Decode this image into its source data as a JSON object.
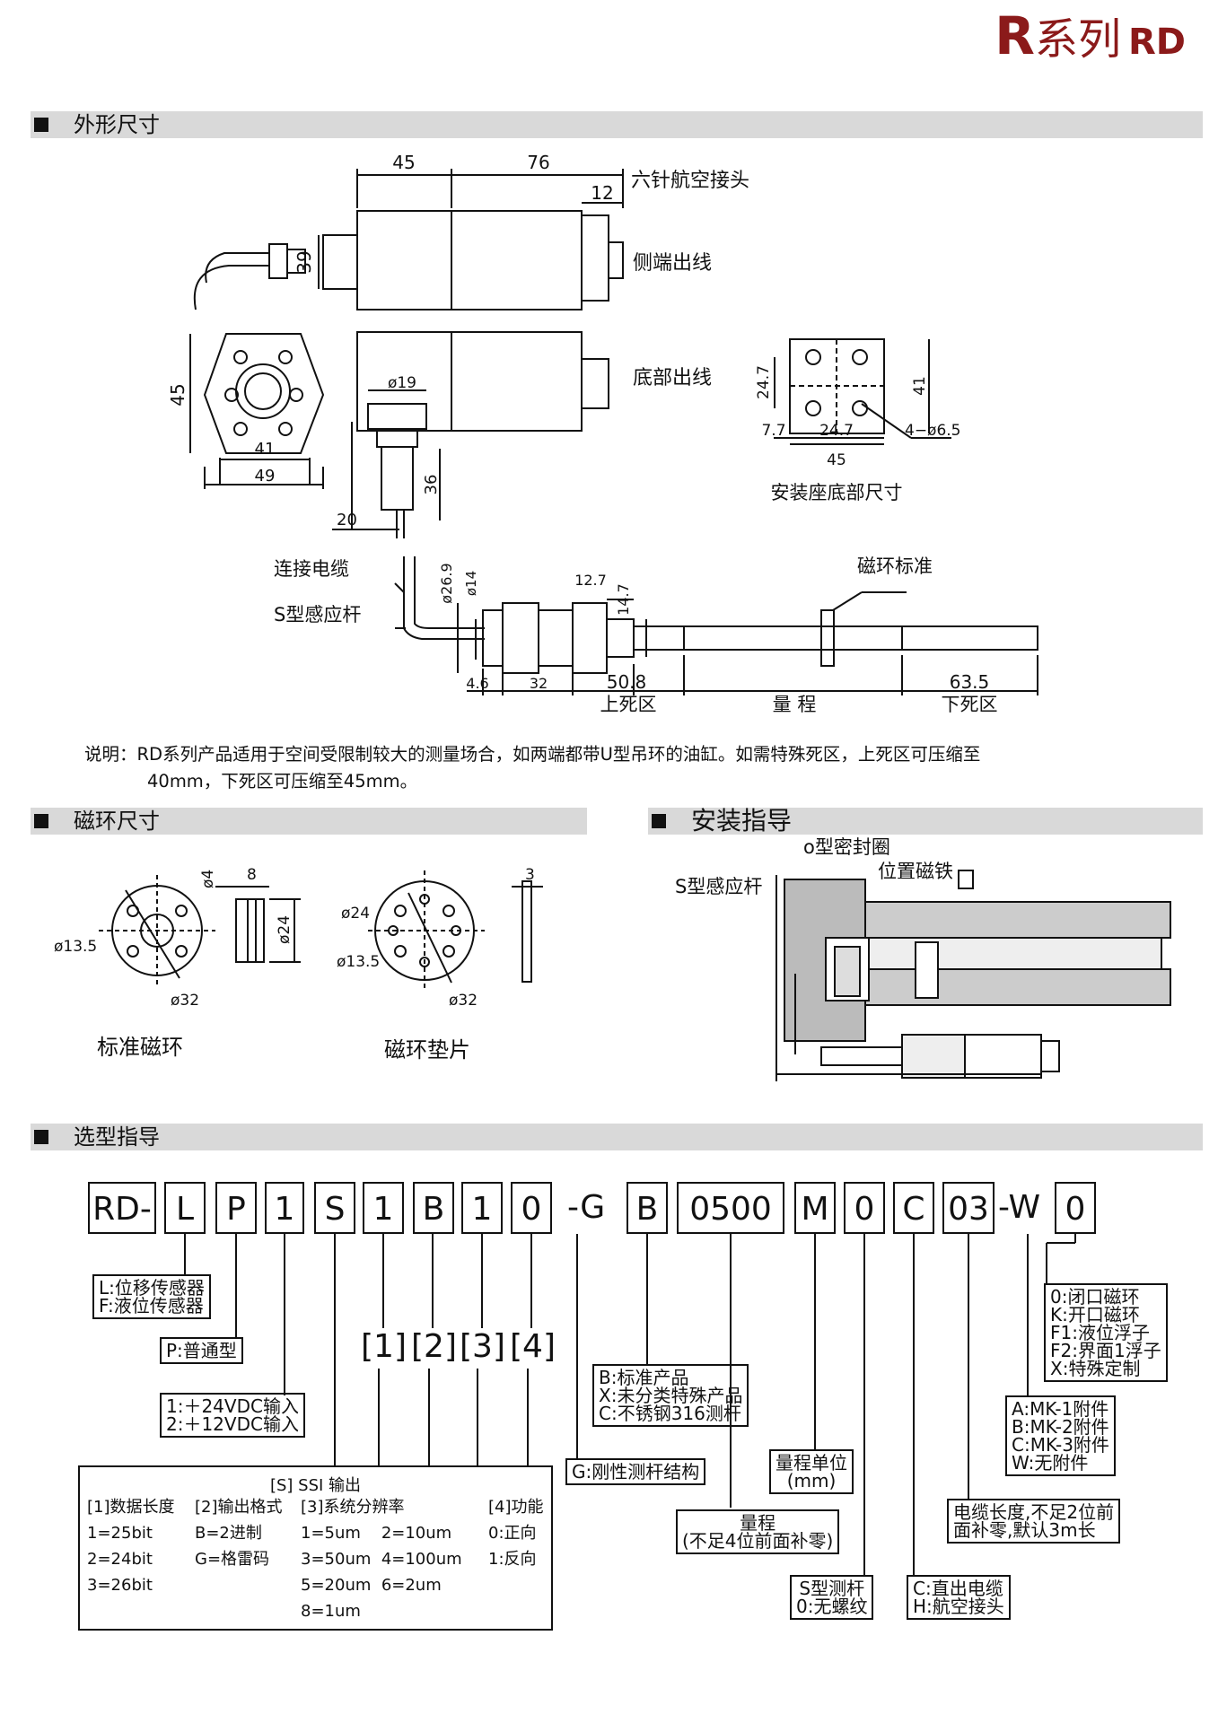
{
  "header": {
    "brand_r": "R",
    "brand_series": "系列",
    "brand_model": "RD"
  },
  "sections": {
    "dims": "外形尺寸",
    "ring": "磁环尺寸",
    "install": "安装指导",
    "select": "选型指导"
  },
  "dimension_labels": {
    "d45": "45",
    "d76": "76",
    "d12": "12",
    "d39": "39",
    "six_pin": "六针航空接头",
    "side_out": "侧端出线",
    "bottom_out": "底部出线",
    "h45": "45",
    "w41": "41",
    "w49": "49",
    "d19": "ø19",
    "d36": "36",
    "d20": "20",
    "m247a": "24.7",
    "m41": "41",
    "m77": "7.7",
    "m247b": "24.7",
    "m45": "45",
    "m4d65": "4−ø6.5",
    "mount_caption": "安装座底部尺寸",
    "cable": "连接电缆",
    "rod": "S型感应杆",
    "ring_mark": "磁环标准",
    "r269": "ø26.9",
    "r14": "ø14",
    "r127": "12.7",
    "r147": "14.7",
    "r46": "4.6",
    "r32": "32",
    "r508": "50.8",
    "r635": "63.5",
    "upper_dead": "上死区",
    "range": "量 程",
    "lower_dead": "下死区"
  },
  "note": {
    "line1": "说明：RD系列产品适用于空间受限制较大的测量场合，如两端都带U型吊环的油缸。如需特殊死区，上死区可压缩至",
    "line2": "40mm，下死区可压缩至45mm。"
  },
  "ring": {
    "std_d135": "ø13.5",
    "std_d32": "ø32",
    "std_d4": "ø4",
    "std_8": "8",
    "std_d24": "ø24",
    "std_caption": "标准磁环",
    "pad_d24": "ø24",
    "pad_d135": "ø13.5",
    "pad_d32": "ø32",
    "pad_3": "3",
    "pad_caption": "磁环垫片"
  },
  "install": {
    "oring": "o型密封圈",
    "rod": "S型感应杆",
    "magnet": "位置磁铁"
  },
  "code": {
    "cells": [
      "RD-",
      "L",
      "P",
      "1",
      "S",
      "1",
      "B",
      "1",
      "0",
      "-G",
      "B",
      "0500",
      "M",
      "0",
      "C",
      "03",
      "-W",
      "0"
    ],
    "brackets": [
      "[1]",
      "[2]",
      "[3]",
      "[4]"
    ]
  },
  "boxes": {
    "type": "L:位移传感器\nF:液位传感器",
    "ptype": "P:普通型",
    "power": "1:＋24VDC输入\n2:＋12VDC输入",
    "product": "B:标准产品\nX:未分类特殊产品\nC:不锈钢316测杆",
    "rigid": "G:刚性测杆结构",
    "unit": "量程单位\n(mm)",
    "range": "量程\n(不足4位前面补零)",
    "srod": "S型测杆\n0:无螺纹",
    "connector": "C:直出电缆\nH:航空接头",
    "cable_len": "电缆长度,不足2位前\n面补零,默认3m长",
    "accessory": "A:MK-1附件\nB:MK-2附件\nC:MK-3附件\nW:无附件",
    "magnet": "0:闭口磁环\nK:开口磁环\nF1:液位浮子\nF2:界面1浮子\nX:特殊定制"
  },
  "ssi": {
    "title": "[S]  SSI 输出",
    "col1": "[1]数据长度\n1=25bit\n2=24bit\n3=26bit",
    "col2": "[2]输出格式\nB=2进制\nG=格雷码",
    "col3": "[3]系统分辨率\n1=5um    2=10um\n3=50um  4=100um\n5=20um  6=2um\n8=1um",
    "col4": "[4]功能\n0:正向\n1:反向"
  }
}
